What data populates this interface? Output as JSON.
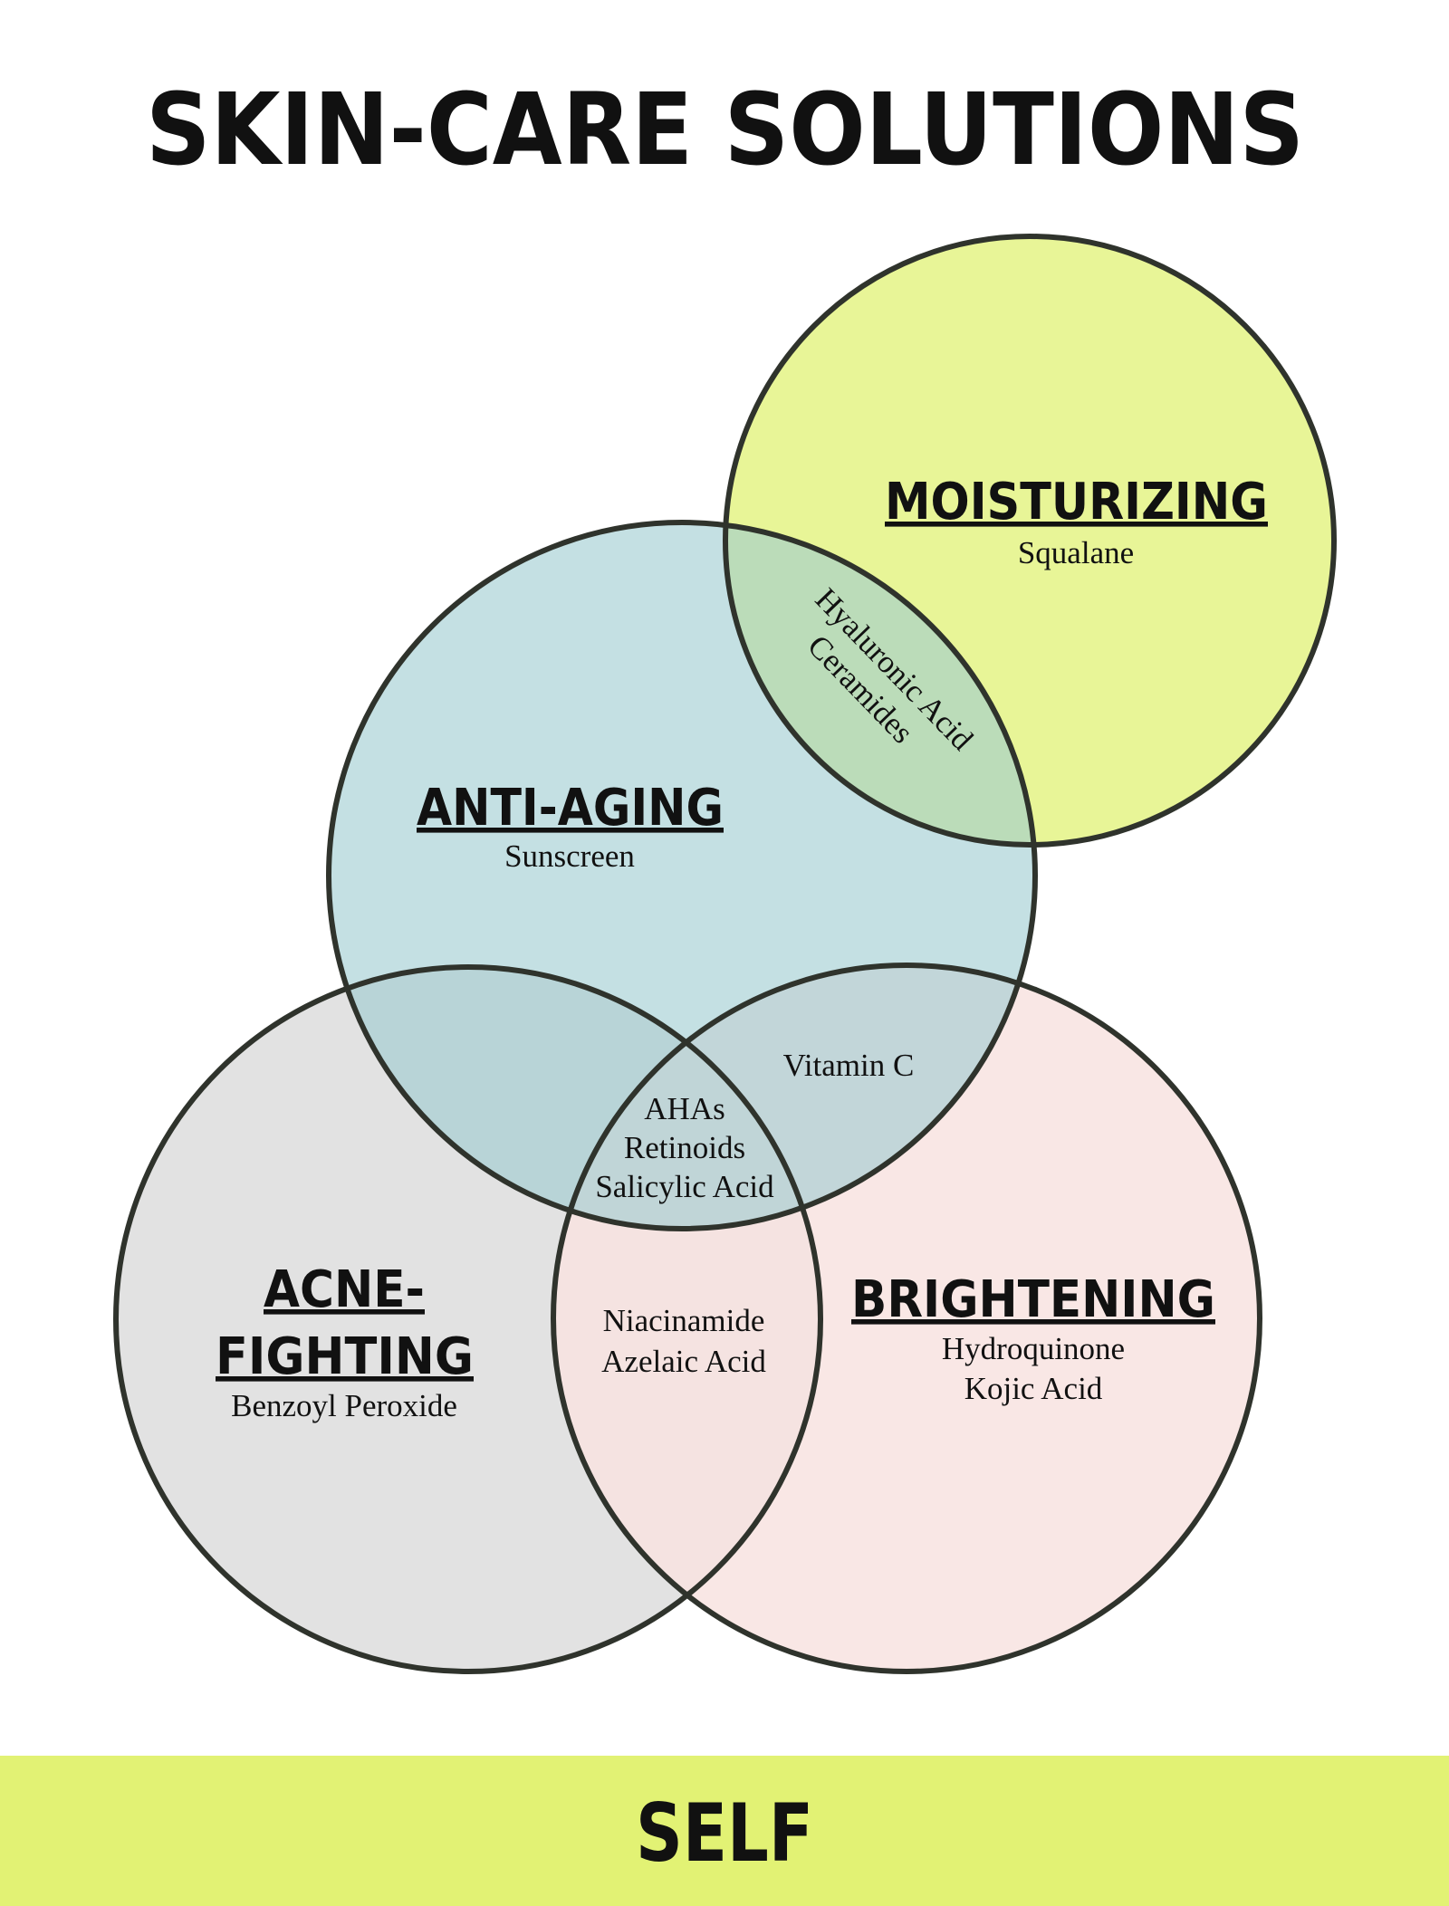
{
  "title": "SKIN-CARE SOLUTIONS",
  "colors": {
    "moisturizing": "#e8f597",
    "anti_aging": "#b9d9dc",
    "acne_fighting": "#e2e2e2",
    "brightening": "#f8e3e1",
    "footer": "#e2f274",
    "outline": "#2f332c"
  },
  "sets": {
    "moisturizing": {
      "label": "MOISTURIZING",
      "items": [
        "Squalane"
      ]
    },
    "anti_aging": {
      "label": "ANTI-AGING",
      "items": [
        "Sunscreen"
      ]
    },
    "acne_fighting": {
      "label_line1": "ACNE-",
      "label_line2": "FIGHTING",
      "items": [
        "Benzoyl Peroxide"
      ]
    },
    "brightening": {
      "label": "BRIGHTENING",
      "items": [
        "Hydroquinone",
        "Kojic Acid"
      ]
    }
  },
  "overlaps": {
    "moisturizing_anti_aging": [
      "Hyaluronic Acid",
      "Ceramides"
    ],
    "anti_aging_brightening": [
      "Vitamin C"
    ],
    "anti_aging_acne_brightening": [
      "AHAs",
      "Retinoids",
      "Salicylic Acid"
    ],
    "acne_brightening": [
      "Niacinamide",
      "Azelaic Acid"
    ]
  },
  "footer": {
    "brand": "SELF"
  }
}
